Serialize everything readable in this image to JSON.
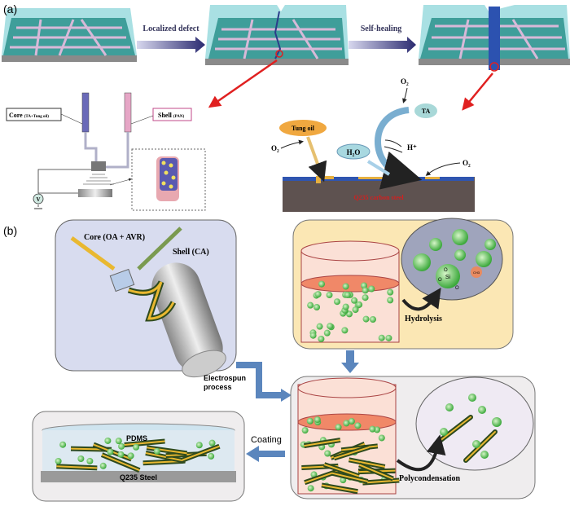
{
  "panel_a": {
    "label": "(a)",
    "step1_label": "Localized defect",
    "step2_label": "Self-healing",
    "core_label": "Core",
    "core_sub": "(TA+Tung oil)",
    "shell_label": "Shell",
    "shell_sub": "(PAN)",
    "voltage_symbol": "V",
    "tung_oil": "Tung oil",
    "ta": "TA",
    "h2o": "H₂O",
    "h_plus": "H⁺",
    "o2": "O₂",
    "substrate": "Q235 carbon steel"
  },
  "panel_b": {
    "label": "(b)",
    "core_label": "Core (OA + AVR)",
    "shell_label": "Shell (CA)",
    "process_label_1": "Electrospun",
    "process_label_2": "process",
    "hydrolysis": "Hydrolysis",
    "polycondensation": "Polycondensation",
    "coating": "Coating",
    "pdms": "PDMS",
    "steel": "Q235 Steel",
    "si": "Si",
    "o": "O",
    "ch3": "CH3"
  },
  "colors": {
    "coating_cyan": "#9fd8dc",
    "coating_teal": "#3f9e9a",
    "arrow_red": "#e02020",
    "arrow_blue": "#5b86bd",
    "steel_brown": "#5e5250",
    "box_lavender": "#d8dcef",
    "box_yellow": "#fbe7b4",
    "sphere_green": "#4fbf4a",
    "fiber_yellow": "#e9b830",
    "fiber_green": "#2e4a1e"
  }
}
